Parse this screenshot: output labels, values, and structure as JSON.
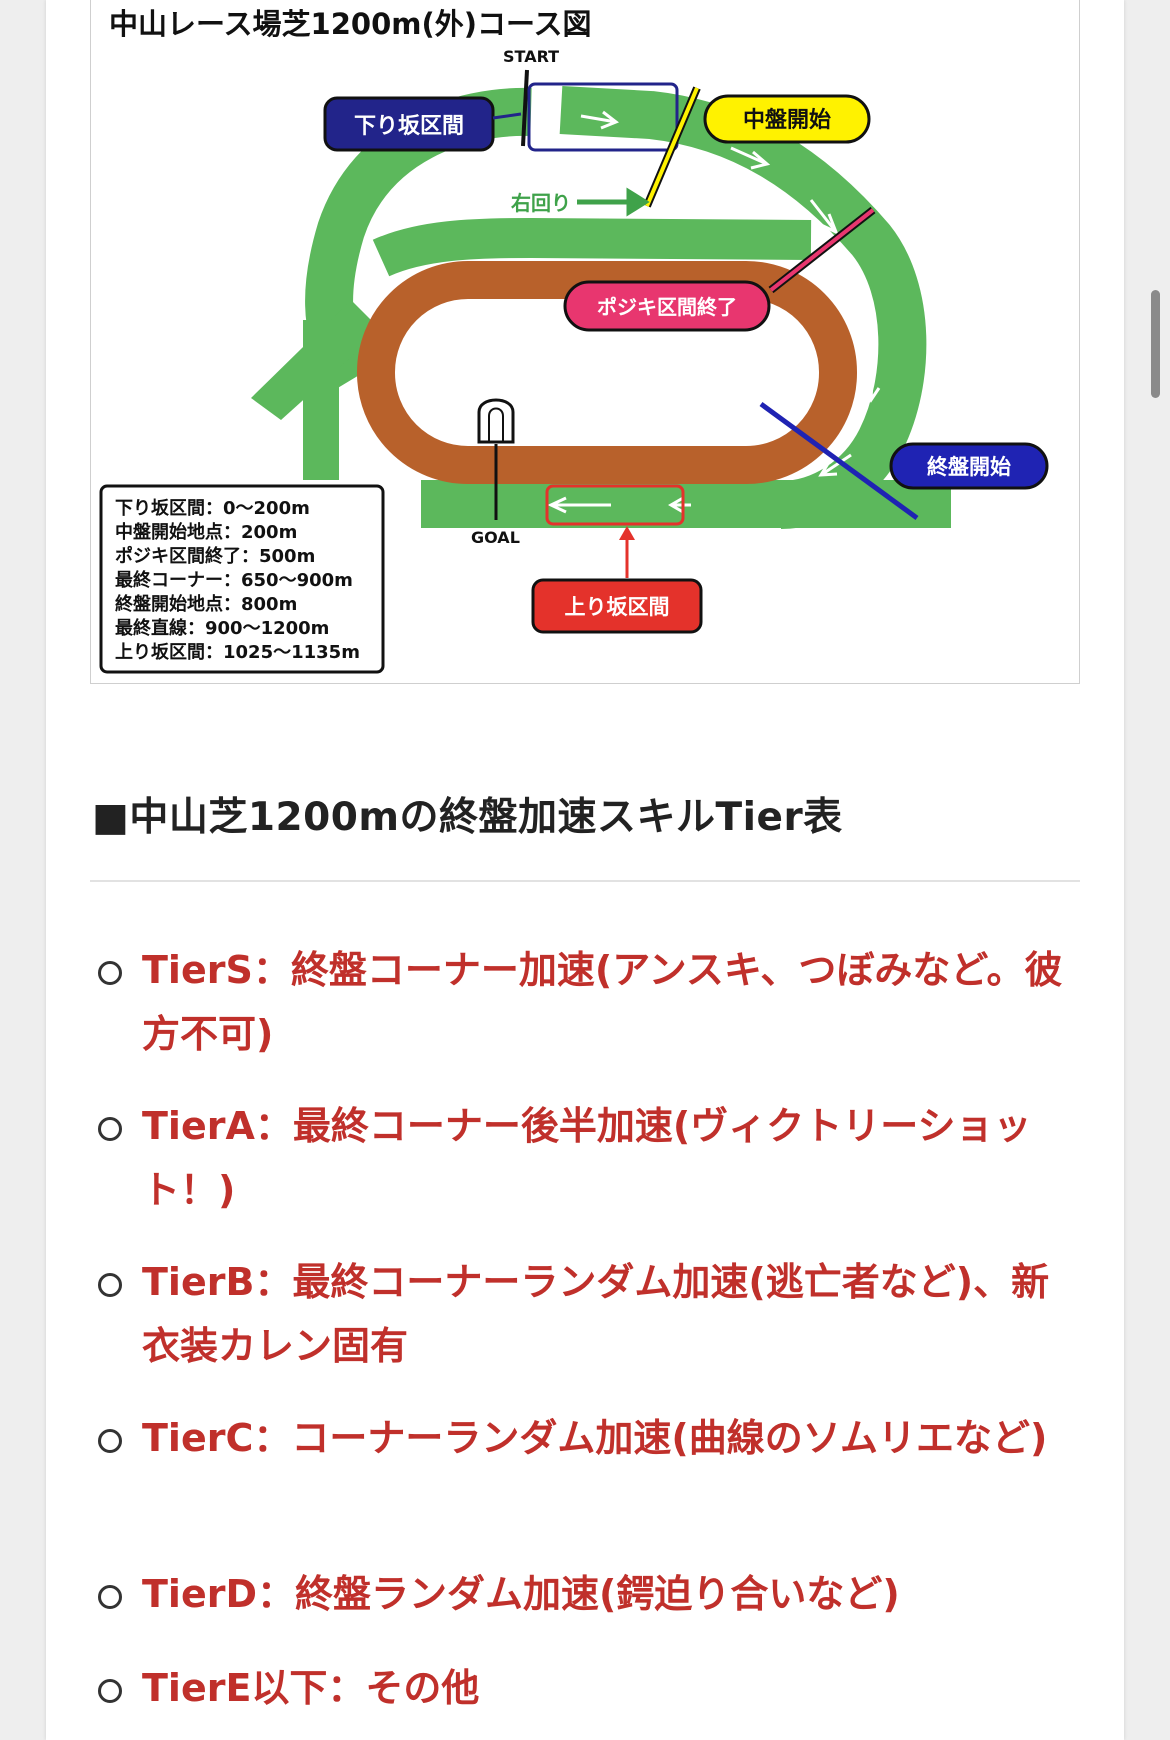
{
  "figure": {
    "title": "中山レース場芝1200m(外)コース図",
    "start_label": "START",
    "goal_label": "GOAL",
    "direction_label": "右回り",
    "callouts": {
      "downhill": "下り坂区間",
      "midgame_start": "中盤開始",
      "positioning_end": "ポジキ区間終了",
      "endgame_start": "終盤開始",
      "uphill": "上り坂区間"
    },
    "legend_lines": [
      "下り坂区間：0〜200m",
      "中盤開始地点：200m",
      "ポジキ区間終了：500m",
      "最終コーナー：650〜900m",
      "終盤開始地点：800m",
      "最終直線：900〜1200m",
      "上り坂区間：1025〜1135m"
    ],
    "colors": {
      "turf": "#5cb85c",
      "dirt": "#b8612b",
      "downhill_box": "#22248a",
      "midgame": "#fff200",
      "positioning": "#e8366f",
      "endgame": "#1f23b3",
      "uphill": "#e4322b"
    }
  },
  "heading": "■中山芝1200mの終盤加速スキルTier表",
  "tiers": [
    "TierS：終盤コーナー加速(アンスキ、つぼみなど。彼方不可)",
    "TierA：最終コーナー後半加速(ヴィクトリーショット！)",
    "TierB：最終コーナーランダム加速(逃亡者など)、新衣装カレン固有",
    "TierC：コーナーランダム加速(曲線のソムリエなど)",
    "TierD：終盤ランダム加速(鍔迫り合いなど)",
    "TierE以下：その他"
  ]
}
